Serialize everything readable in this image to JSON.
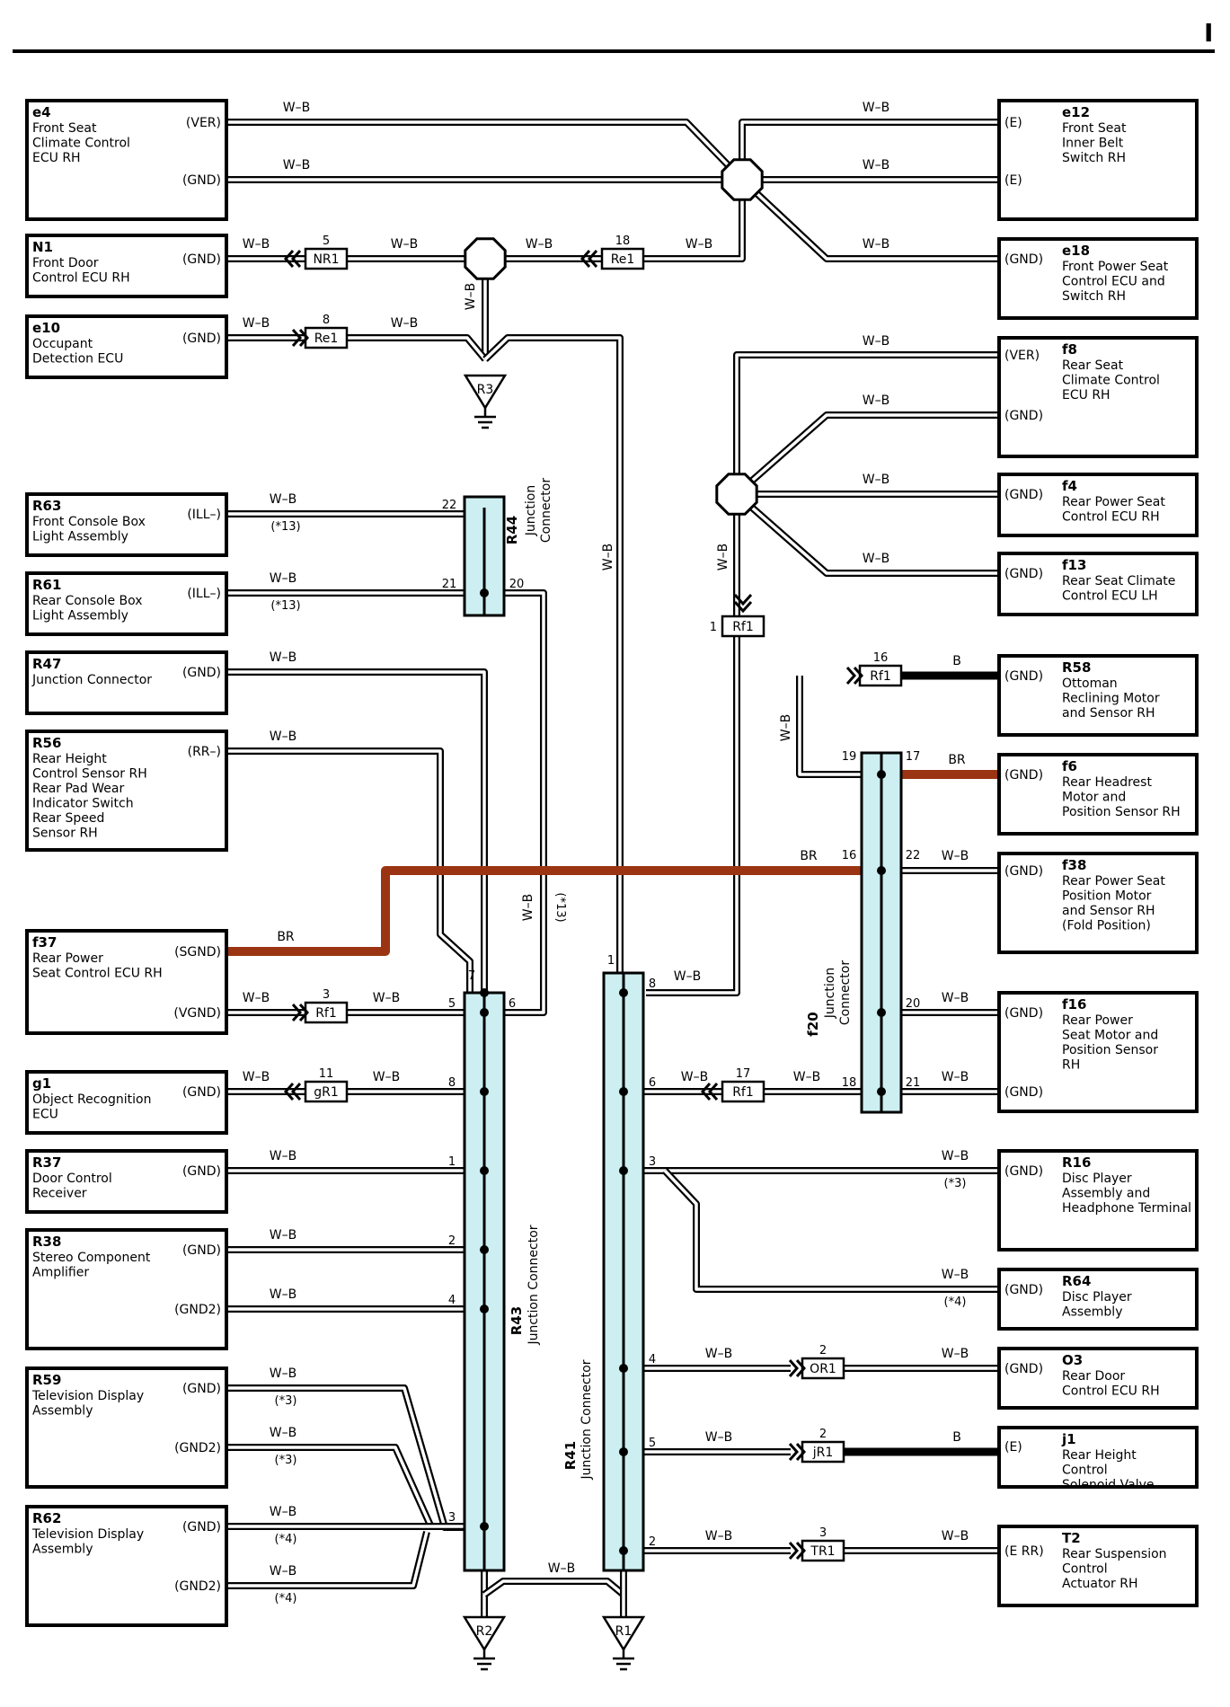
{
  "header": {
    "letter": "I"
  },
  "components_left": [
    {
      "id": "e4",
      "name": [
        "Front Seat",
        "Climate Control",
        "ECU RH"
      ],
      "terms": [
        "(VER)",
        "(GND)"
      ]
    },
    {
      "id": "N1",
      "name": [
        "Front Door",
        "Control ECU RH"
      ],
      "terms": [
        "(GND)"
      ]
    },
    {
      "id": "e10",
      "name": [
        "Occupant",
        "Detection ECU"
      ],
      "terms": [
        "(GND)"
      ]
    },
    {
      "id": "R63",
      "name": [
        "Front Console Box",
        "Light Assembly"
      ],
      "terms": [
        "(ILL–)"
      ]
    },
    {
      "id": "R61",
      "name": [
        "Rear Console Box",
        "Light Assembly"
      ],
      "terms": [
        "(ILL–)"
      ]
    },
    {
      "id": "R47",
      "name": [
        "Junction Connector"
      ],
      "terms": [
        "(GND)"
      ]
    },
    {
      "id": "R56",
      "name": [
        "Rear Height",
        "Control Sensor RH",
        "Rear Pad Wear",
        "Indicator Switch",
        "Rear Speed",
        "Sensor RH"
      ],
      "terms": [
        "(RR–)"
      ]
    },
    {
      "id": "f37",
      "name": [
        "Rear Power",
        "Seat Control ECU RH"
      ],
      "terms": [
        "(SGND)",
        "(VGND)"
      ]
    },
    {
      "id": "g1",
      "name": [
        "Object Recognition",
        "ECU"
      ],
      "terms": [
        "(GND)"
      ]
    },
    {
      "id": "R37",
      "name": [
        "Door Control",
        "Receiver"
      ],
      "terms": [
        "(GND)"
      ]
    },
    {
      "id": "R38",
      "name": [
        "Stereo Component",
        "Amplifier"
      ],
      "terms": [
        "(GND)",
        "(GND2)"
      ]
    },
    {
      "id": "R59",
      "name": [
        "Television Display",
        "Assembly"
      ],
      "terms": [
        "(GND)",
        "(GND2)"
      ]
    },
    {
      "id": "R62",
      "name": [
        "Television Display",
        "Assembly"
      ],
      "terms": [
        "(GND)",
        "(GND2)"
      ]
    }
  ],
  "components_right": [
    {
      "id": "e12",
      "name": [
        "Front Seat",
        "Inner Belt",
        "Switch RH"
      ],
      "terms": [
        "(E)",
        "(E)"
      ]
    },
    {
      "id": "e18",
      "name": [
        "Front Power Seat",
        "Control ECU and",
        "Switch RH"
      ],
      "terms": [
        "(GND)"
      ]
    },
    {
      "id": "f8",
      "name": [
        "Rear Seat",
        "Climate Control",
        "ECU RH"
      ],
      "terms": [
        "(VER)",
        "(GND)"
      ]
    },
    {
      "id": "f4",
      "name": [
        "Rear Power Seat",
        "Control ECU RH"
      ],
      "terms": [
        "(GND)"
      ]
    },
    {
      "id": "f13",
      "name": [
        "Rear Seat Climate",
        "Control ECU LH"
      ],
      "terms": [
        "(GND)"
      ]
    },
    {
      "id": "R58",
      "name": [
        "Ottoman",
        "Reclining Motor",
        "and Sensor RH"
      ],
      "terms": [
        "(GND)"
      ]
    },
    {
      "id": "f6",
      "name": [
        "Rear Headrest",
        "Motor and",
        "Position Sensor RH"
      ],
      "terms": [
        "(GND)"
      ]
    },
    {
      "id": "f38",
      "name": [
        "Rear Power Seat",
        "Position Motor",
        "and Sensor RH",
        "(Fold Position)"
      ],
      "terms": [
        "(GND)"
      ]
    },
    {
      "id": "f16",
      "name": [
        "Rear Power",
        "Seat Motor and",
        "Position Sensor",
        "RH"
      ],
      "terms": [
        "(GND)",
        "(GND)"
      ]
    },
    {
      "id": "R16",
      "name": [
        "Disc Player",
        "Assembly and",
        "Headphone Terminal"
      ],
      "terms": [
        "(GND)"
      ]
    },
    {
      "id": "R64",
      "name": [
        "Disc Player",
        "Assembly"
      ],
      "terms": [
        "(GND)"
      ]
    },
    {
      "id": "O3",
      "name": [
        "Rear Door",
        "Control ECU RH"
      ],
      "terms": [
        "(GND)"
      ]
    },
    {
      "id": "j1",
      "name": [
        "Rear Height",
        "Control",
        "Solenoid Valve"
      ],
      "terms": [
        "(E)"
      ]
    },
    {
      "id": "T2",
      "name": [
        "Rear Suspension",
        "Control",
        "Actuator RH"
      ],
      "terms": [
        "(E RR)"
      ]
    }
  ],
  "junctions": [
    {
      "id": "R44",
      "label": "Junction",
      "label2": "Connector"
    },
    {
      "id": "R43",
      "label": "Junction Connector"
    },
    {
      "id": "R41",
      "label": "Junction Connector"
    },
    {
      "id": "f20",
      "label": "Junction",
      "label2": "Connector"
    }
  ],
  "inline_connectors": [
    {
      "id": "NR1",
      "pin": "5"
    },
    {
      "id": "Re1",
      "pin": "18"
    },
    {
      "id": "Re1",
      "pin": "8"
    },
    {
      "id": "Rf1",
      "pin": "1"
    },
    {
      "id": "Rf1",
      "pin": "16"
    },
    {
      "id": "Rf1",
      "pin": "3"
    },
    {
      "id": "gR1",
      "pin": "11"
    },
    {
      "id": "Rf1",
      "pin": "17"
    },
    {
      "id": "OR1",
      "pin": "2"
    },
    {
      "id": "jR1",
      "pin": "2"
    },
    {
      "id": "TR1",
      "pin": "3"
    }
  ],
  "grounds": [
    "R3",
    "R2",
    "R1"
  ],
  "wire_colors": {
    "wb": "W–B",
    "b": "B",
    "br": "BR"
  },
  "notes": {
    "n13": "(*13)",
    "n3": "(*3)",
    "n4": "(*4)"
  },
  "pins": {
    "r44_22": "22",
    "r44_21": "21",
    "r44_20": "20",
    "r43_7": "7",
    "r43_5": "5",
    "r43_6": "6",
    "r43_8": "8",
    "r43_1": "1",
    "r43_2": "2",
    "r43_4": "4",
    "r43_3": "3",
    "r41_1": "1",
    "r41_8": "8",
    "r41_6": "6",
    "r41_3": "3",
    "r41_4": "4",
    "r41_5": "5",
    "r41_2": "2",
    "f20_19": "19",
    "f20_17": "17",
    "f20_16": "16",
    "f20_22": "22",
    "f20_20": "20",
    "f20_18": "18",
    "f20_21": "21"
  },
  "colors": {
    "brown_wire": "#9a3412",
    "junction_fill": "#cdeff2"
  }
}
